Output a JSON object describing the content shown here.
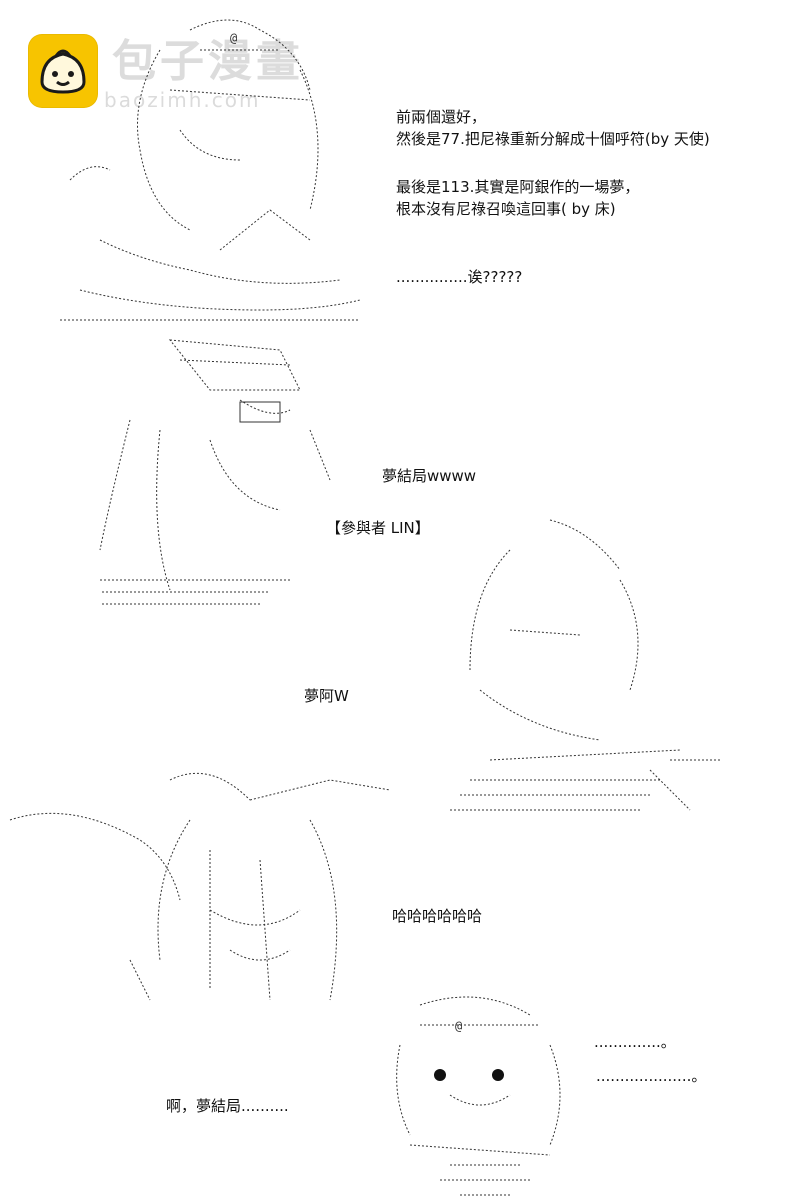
{
  "watermark": {
    "name_cn": "包子漫畫",
    "site": "baozimh.com"
  },
  "dialogue": {
    "line1": "前兩個還好，",
    "line2": "然後是77.把尼祿重新分解成十個呼符(by 天使)",
    "line3": "最後是113.其實是阿銀作的一場夢，",
    "line4": "根本沒有尼祿召喚這回事( by 床)",
    "line5": "...............诶?????",
    "line6": "夢結局wwww",
    "line7": "【參與者  LIN】",
    "line8": "夢阿W",
    "line9": "哈哈哈哈哈哈",
    "line10": "啊，夢結局..........",
    "line11": "..............。",
    "line12": "....................。"
  },
  "colors": {
    "logo_bg": "#f7c400",
    "watermark_text": "#d6d6d6",
    "text": "#111111"
  },
  "icons": {
    "logo": "baozi-bun-icon"
  }
}
